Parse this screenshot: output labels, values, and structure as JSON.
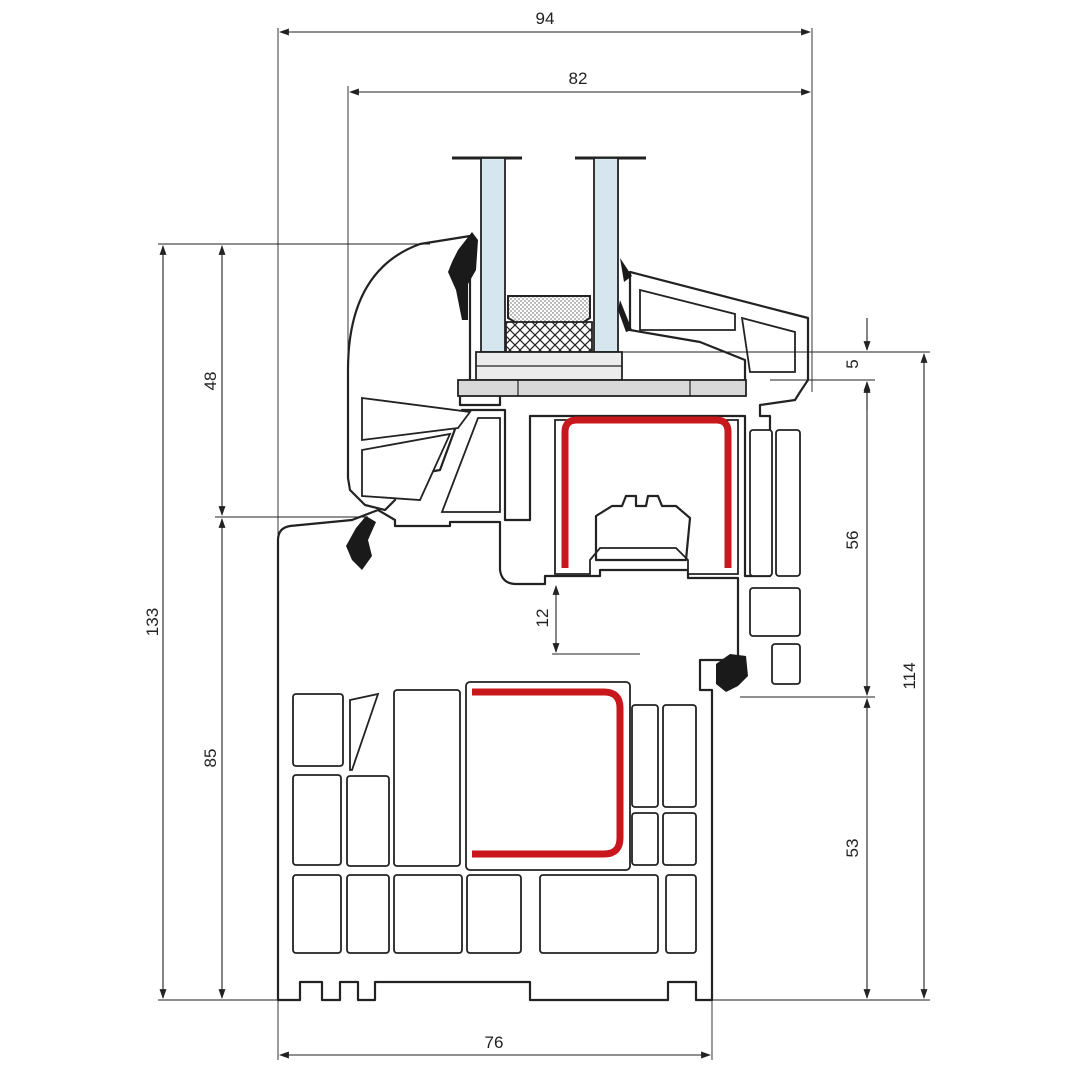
{
  "diagram": {
    "dimensions": {
      "overall_depth": "94",
      "sash_depth": "82",
      "frame_depth": "76",
      "overall_height": "133",
      "sash_height": "48",
      "frame_height": "85",
      "overlap": "5",
      "sash_inner_height": "56",
      "sash_to_frame_gap": "12",
      "sash_system_height": "114",
      "frame_inner_height": "53"
    },
    "colors": {
      "steel_reinforcement": "#c8171d",
      "glass": "#d6e6ef",
      "gasket": "#1a1a1a",
      "glazing_block": "#d9d9d9"
    }
  }
}
